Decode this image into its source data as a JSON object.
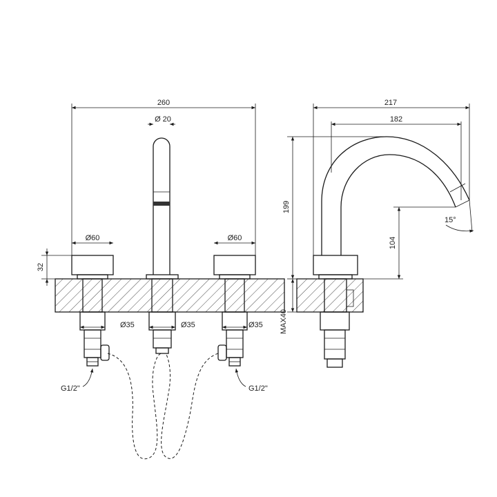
{
  "front_view": {
    "overall_width": "260",
    "spout_diameter": "Ø 20",
    "handle_left_diameter": "Ø60",
    "handle_right_diameter": "Ø60",
    "handle_height": "32",
    "shank_left_diameter": "Ø35",
    "shank_center_diameter": "Ø35",
    "shank_right_diameter": "Ø35",
    "connection_left": "G1/2\"",
    "connection_right": "G1/2\""
  },
  "side_view": {
    "overall_depth": "217",
    "spout_reach": "182",
    "overall_height": "199",
    "spout_outlet_height": "104",
    "outlet_angle": "15°",
    "max_deck_thickness": "MAX40"
  }
}
